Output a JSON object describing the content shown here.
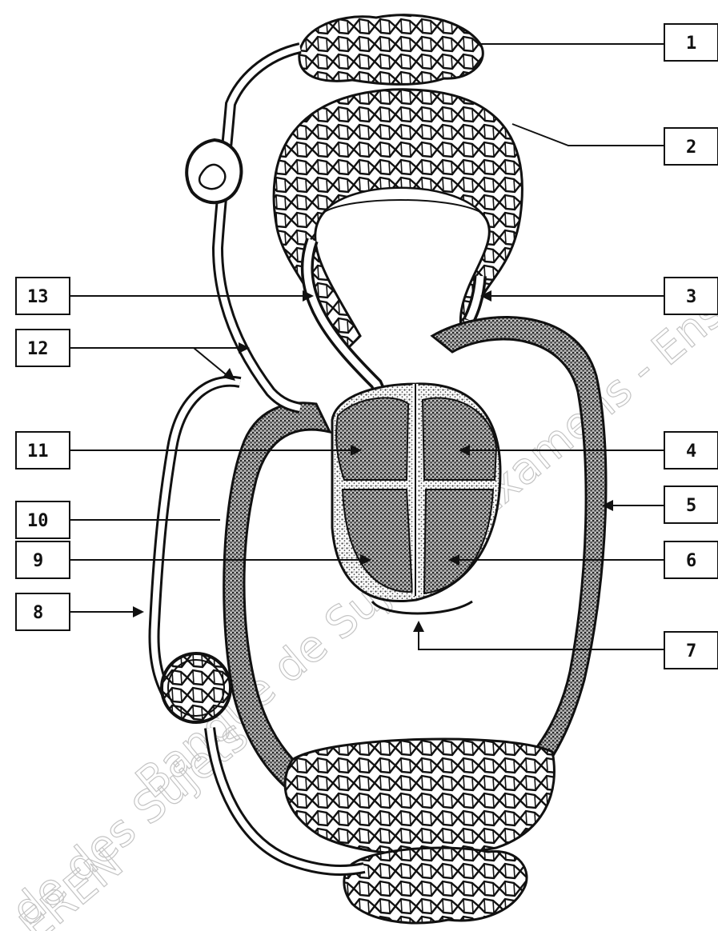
{
  "labels": [
    "1",
    "2",
    "3",
    "4",
    "5",
    "6",
    "7",
    "8",
    "9",
    "10",
    "11",
    "12",
    "13"
  ],
  "watermark": {
    "line1": "Banque de Sujets d'Examens - Enseignement p",
    "line2": "de des Sujets",
    "line3": "EREN"
  },
  "colors": {
    "ink": "#111111",
    "stipple": "#6d6d6d",
    "watermark": "#c4c4c4"
  }
}
